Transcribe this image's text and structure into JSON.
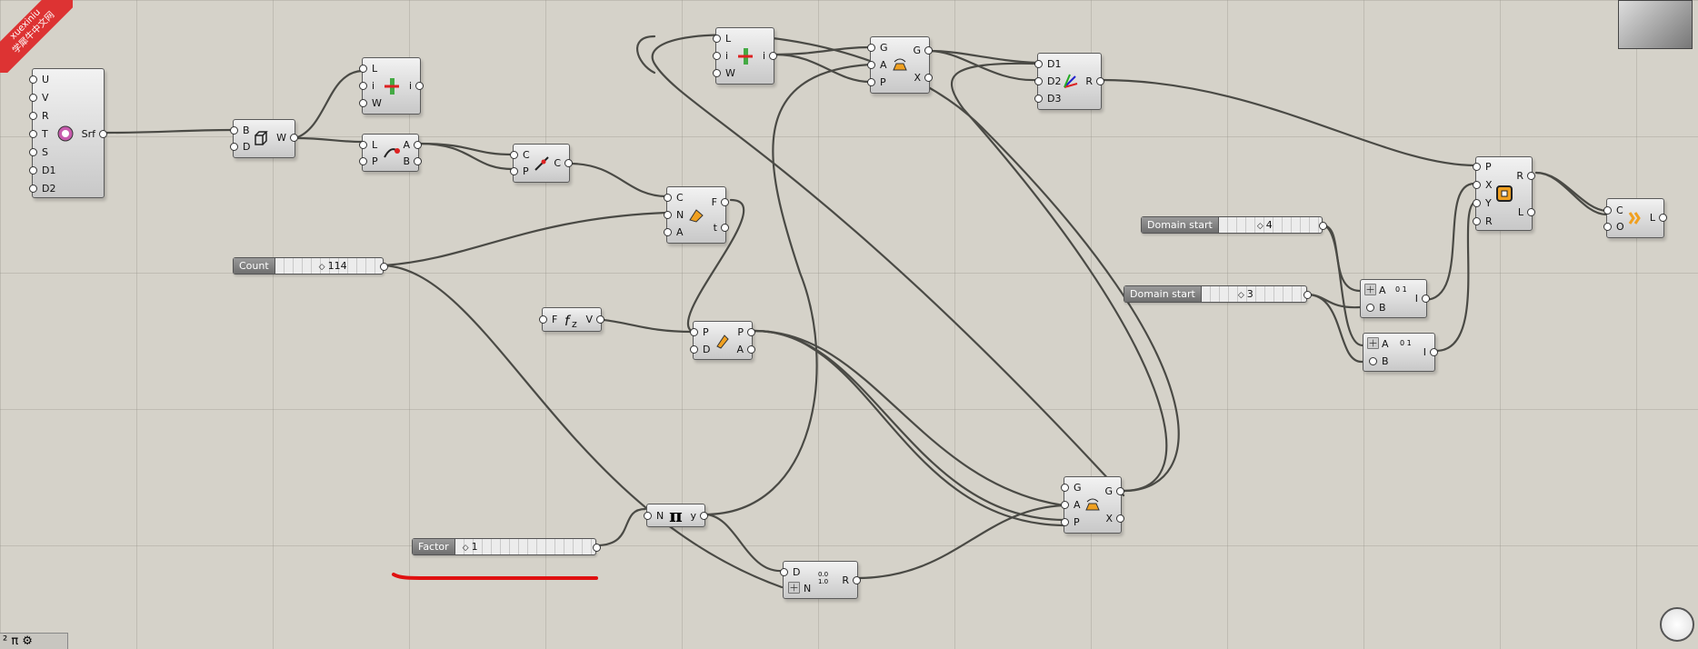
{
  "watermark": {
    "line1": "xuexiniu",
    "line2": "学犀牛中文网"
  },
  "sliders": [
    {
      "id": "count",
      "label": "Count",
      "value": "114"
    },
    {
      "id": "factor",
      "label": "Factor",
      "value": "1"
    },
    {
      "id": "dom4",
      "label": "Domain start",
      "value": "4"
    },
    {
      "id": "dom3",
      "label": "Domain start",
      "value": "3"
    }
  ],
  "nodes": [
    {
      "id": "srf",
      "icon": "surface-icon",
      "inputs": [
        "U",
        "V",
        "R",
        "T",
        "S",
        "D1",
        "D2"
      ],
      "outputs": [
        "Srf"
      ]
    },
    {
      "id": "box",
      "icon": "box-icon",
      "inputs": [
        "B",
        "D"
      ],
      "outputs": [
        "W"
      ]
    },
    {
      "id": "line1",
      "icon": "line-intersect-icon",
      "inputs": [
        "L",
        "i",
        "W"
      ],
      "outputs": [
        "i"
      ]
    },
    {
      "id": "endpts",
      "icon": "endpoints-icon",
      "inputs": [
        "L",
        "P"
      ],
      "outputs": [
        "A",
        "B"
      ]
    },
    {
      "id": "curve",
      "icon": "curve-icon",
      "inputs": [
        "C",
        "P"
      ],
      "outputs": [
        "C"
      ]
    },
    {
      "id": "divide",
      "icon": "divide-curve-icon",
      "inputs": [
        "C",
        "N",
        "A"
      ],
      "outputs": [
        "F",
        "t"
      ]
    },
    {
      "id": "expr",
      "icon": "expression-icon",
      "inputs": [
        "F"
      ],
      "outputs": [
        "V"
      ]
    },
    {
      "id": "param",
      "icon": "parameter-icon",
      "inputs": [
        "P",
        "D"
      ],
      "outputs": [
        "P",
        "A"
      ]
    },
    {
      "id": "line2",
      "icon": "line-intersect-icon",
      "inputs": [
        "L",
        "i",
        "W"
      ],
      "outputs": [
        "i"
      ]
    },
    {
      "id": "graft1",
      "icon": "graph-icon",
      "inputs": [
        "G",
        "A",
        "P"
      ],
      "outputs": [
        "G",
        "X"
      ]
    },
    {
      "id": "d123",
      "icon": "vector-icon",
      "inputs": [
        "D1",
        "D2",
        "D3"
      ],
      "outputs": [
        "R"
      ]
    },
    {
      "id": "pi",
      "icon": "pi-icon",
      "symbol": "π",
      "inputs": [
        "N"
      ],
      "outputs": [
        "y"
      ]
    },
    {
      "id": "range",
      "icon": "range-icon",
      "inputs": [
        "D",
        "N"
      ],
      "outputs": [
        "R"
      ],
      "tag": "0.0 1.0"
    },
    {
      "id": "graft2",
      "icon": "graph-icon",
      "inputs": [
        "G",
        "A",
        "P"
      ],
      "outputs": [
        "G",
        "X"
      ]
    },
    {
      "id": "construct",
      "icon": "construct-domain-icon",
      "inputs": [
        "A",
        "B"
      ],
      "outputs": [
        "I"
      ],
      "tag": "0 1"
    },
    {
      "id": "construct2",
      "icon": "construct-domain-icon",
      "inputs": [
        "A",
        "B"
      ],
      "outputs": [
        "I"
      ],
      "tag": "0 1"
    },
    {
      "id": "rect",
      "icon": "rectangle-icon",
      "inputs": [
        "P",
        "X",
        "Y",
        "R"
      ],
      "outputs": [
        "R",
        "L"
      ]
    },
    {
      "id": "offset",
      "icon": "offset-icon",
      "inputs": [
        "C",
        "O"
      ],
      "outputs": [
        "L"
      ]
    }
  ],
  "toolbar": {
    "text": "² π ⚙"
  }
}
